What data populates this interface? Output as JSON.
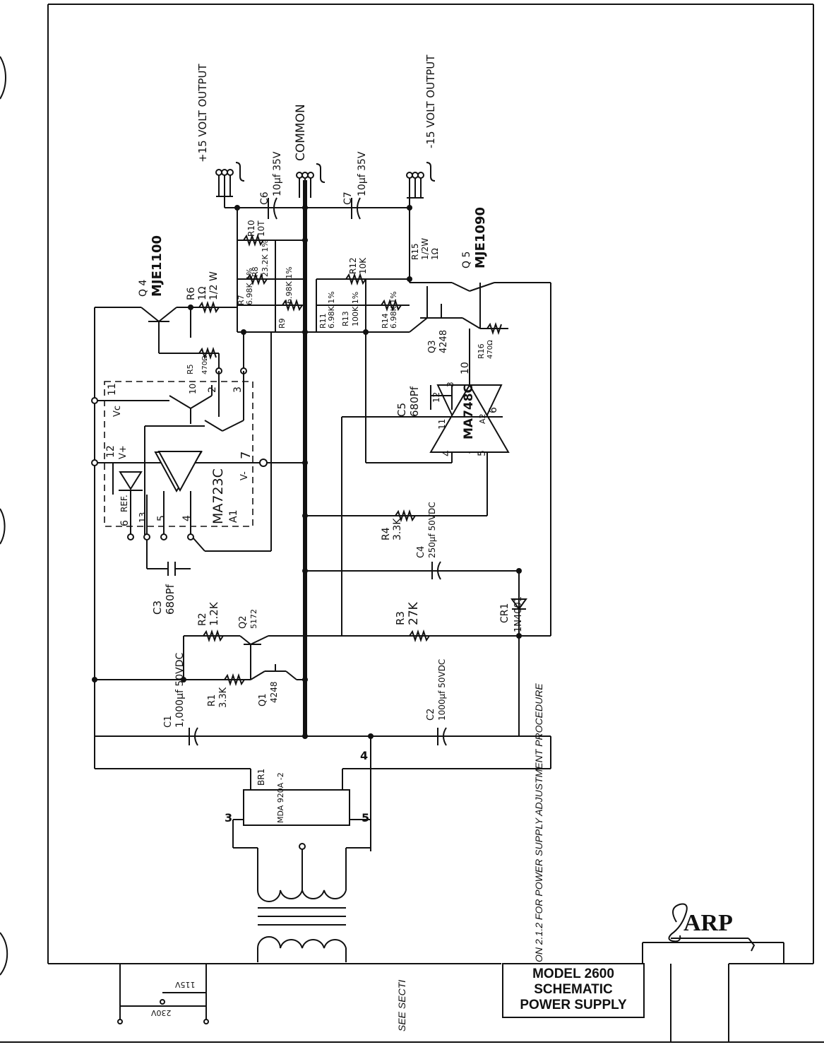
{
  "outputs": {
    "pos": "+15 VOLT OUTPUT",
    "common": "COMMON",
    "neg": "-15 VOLT OUTPUT"
  },
  "components": {
    "c6": {
      "ref": "C6",
      "value": "10µf 35V"
    },
    "c7": {
      "ref": "C7",
      "value": "10µf 35V"
    },
    "q4": {
      "ref": "Q 4",
      "part": "MJE1100"
    },
    "q5": {
      "ref": "Q 5",
      "part": "MJE1090"
    },
    "r6": {
      "ref": "R6",
      "value": "1Ω",
      "power": "1/2 W"
    },
    "r10": {
      "ref": "R10",
      "value": "10T"
    },
    "r7": {
      "ref": "R7",
      "value": "6.98K 1%"
    },
    "r8": {
      "ref": "R8",
      "value": "23.2K 1%"
    },
    "r9": {
      "ref": "R9",
      "value": "6.98K 1%"
    },
    "r11": {
      "ref": "R11",
      "value": "6.98K 1%"
    },
    "r12": {
      "ref": "R12",
      "value": "10K"
    },
    "r13": {
      "ref": "R13",
      "value": "100K 1%"
    },
    "r14": {
      "ref": "R14",
      "value": "6.98K 1%"
    },
    "r15": {
      "ref": "R15",
      "value": "1Ω",
      "power": "1/2W"
    },
    "r5": {
      "ref": "R5",
      "value": "470Ω"
    },
    "r16": {
      "ref": "R16",
      "value": "470Ω"
    },
    "q3": {
      "ref": "Q3",
      "part": "4248"
    },
    "c5": {
      "ref": "C5",
      "value": "680Pf"
    },
    "a2": {
      "ref": "A2",
      "part": "MA748C"
    },
    "a1": {
      "ref": "A1",
      "part": "MA723C"
    },
    "r4": {
      "ref": "R4",
      "value": "3.3K"
    },
    "c4": {
      "ref": "C4",
      "value": "250µf 50VDC"
    },
    "c3": {
      "ref": "C3",
      "value": "680Pf"
    },
    "r2": {
      "ref": "R2",
      "value": "1.2K"
    },
    "q2": {
      "ref": "Q2",
      "part": "5172"
    },
    "r3": {
      "ref": "R3",
      "value": "27K"
    },
    "cr1": {
      "ref": "CR1",
      "part": "1N4001"
    },
    "c1": {
      "ref": "C1",
      "value": "1,000µf 50VDC"
    },
    "r1": {
      "ref": "R1",
      "value": "3.3K"
    },
    "q1": {
      "ref": "Q1",
      "part": "4248"
    },
    "c2": {
      "ref": "C2",
      "value": "1000µf 50VDC"
    },
    "br1": {
      "ref": "BR1",
      "part": "MDA 920A -2"
    }
  },
  "pins": {
    "a1": [
      "11",
      "12",
      "10",
      "2",
      "3",
      "7",
      "6",
      "13",
      "5",
      "4"
    ],
    "a1_labels": [
      "Vc",
      "V+",
      "V-",
      "REF."
    ],
    "a2": [
      "12",
      "3",
      "10",
      "11",
      "4",
      "5",
      "6"
    ],
    "connectors": [
      "3",
      "4",
      "5"
    ]
  },
  "note": "ON 2.1.2 FOR POWER SUPPLY ADJUSTMENT PROCEDURE",
  "see_section": "SEE SECTI",
  "title_block": {
    "line1": "MODEL 2600",
    "line2": "SCHEMATIC",
    "line3": "POWER SUPPLY"
  },
  "logo": "ARP",
  "line_voltage": [
    "115V",
    "230V"
  ]
}
